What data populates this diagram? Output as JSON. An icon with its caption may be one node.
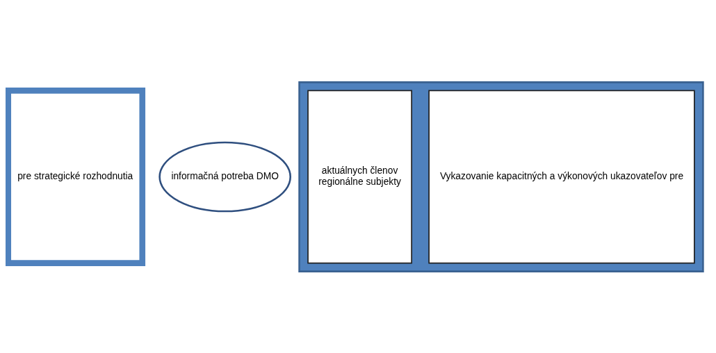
{
  "diagram": {
    "nodes": [
      {
        "text": [
          "pre strategické rozhodnutia"
        ]
      },
      {
        "text": [
          "informačná potreba DMO"
        ]
      },
      {
        "text": [],
        "shape": "box"
      },
      {
        "text": [
          "Vykazovanie kapacitných a výkonových ukazovateľov pre"
        ],
        "in": 2
      },
      {
        "text": [
          "aktuálnych členov",
          "regionálne subjekty"
        ],
        "in": 2
      }
    ],
    "edges": []
  }
}
